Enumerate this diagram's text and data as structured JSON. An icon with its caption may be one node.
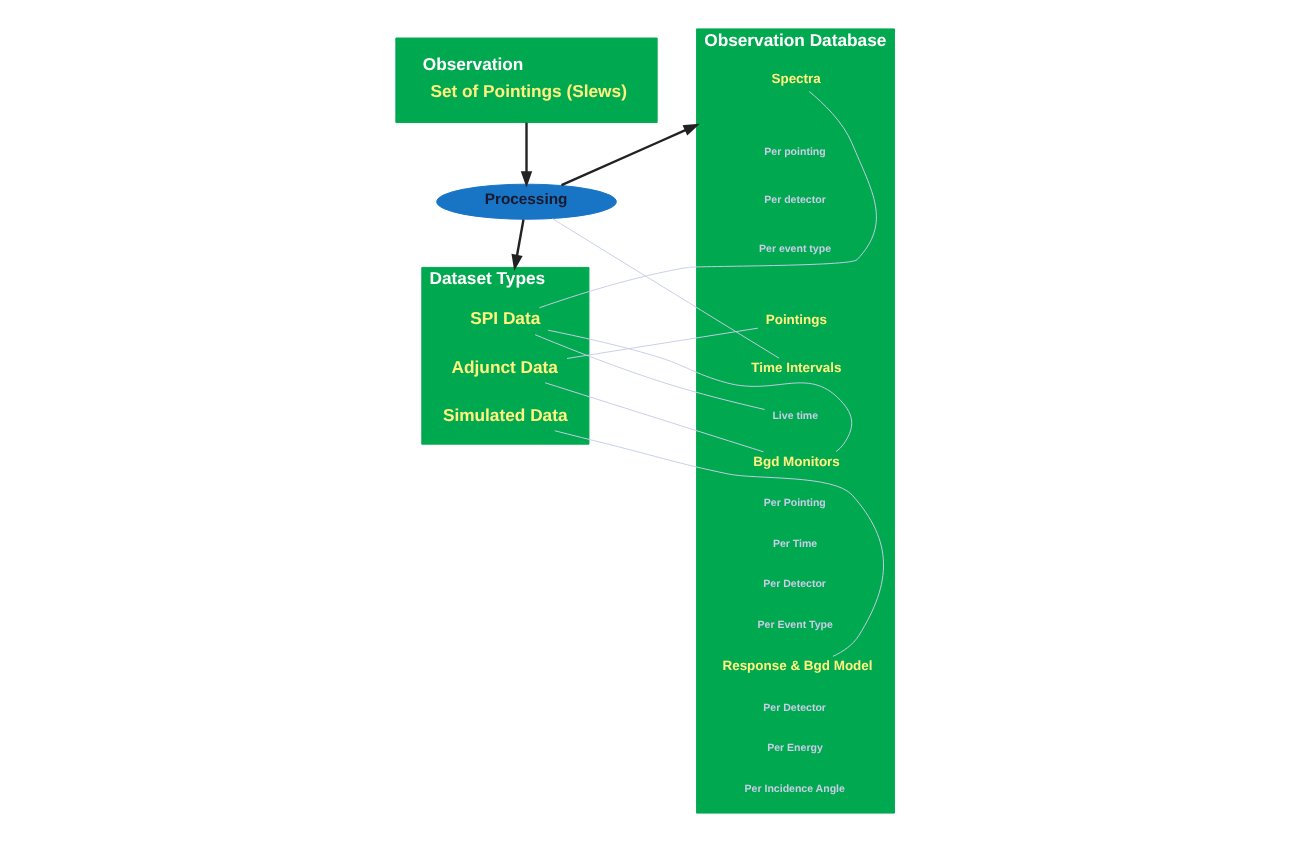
{
  "diagram": {
    "nodes": [
      {
        "text": [
          "Observation",
          "Set of Pointings (Slews)"
        ]
      },
      {
        "text": [
          "Processing"
        ]
      },
      {
        "text": [
          "Dataset Types"
        ]
      },
      {
        "text": [
          "SPI Data"
        ],
        "in": 2
      },
      {
        "text": [
          "Adjunct Data"
        ],
        "in": 2
      },
      {
        "text": [
          "Simulated Data"
        ],
        "in": 2
      },
      {
        "text": [
          "Observation Database"
        ]
      },
      {
        "text": [
          "Spectra"
        ],
        "in": 6
      },
      {
        "text": [
          "Per pointing"
        ],
        "in": 6
      },
      {
        "text": [
          "Per detector"
        ],
        "in": 6
      },
      {
        "text": [
          "Per event type"
        ],
        "in": 6
      },
      {
        "text": [
          "Pointings"
        ],
        "in": 6
      },
      {
        "text": [
          "Time Intervals"
        ],
        "in": 6
      },
      {
        "text": [
          "Live time"
        ],
        "in": 6
      },
      {
        "text": [
          "Bgd Monitors"
        ],
        "in": 6
      },
      {
        "text": [
          "Per Pointing"
        ],
        "in": 6
      },
      {
        "text": [
          "Per Time"
        ],
        "in": 6
      },
      {
        "text": [
          "Per Detector"
        ],
        "in": 6
      },
      {
        "text": [
          "Per Event Type"
        ],
        "in": 6
      },
      {
        "text": [
          "Response & Bgd Model"
        ],
        "in": 6
      },
      {
        "text": [
          "Per Detector"
        ],
        "in": 6
      },
      {
        "text": [
          "Per Energy"
        ],
        "in": 6
      },
      {
        "text": [
          "Per Incidence Angle"
        ],
        "in": 6
      }
    ],
    "edges": [
      {
        "from": 0,
        "to": 1,
        "arrow": "to",
        "color": "#222222"
      },
      {
        "from": 1,
        "to": 2,
        "arrow": "to",
        "color": "#222222"
      },
      {
        "from": 1,
        "to": 6,
        "arrow": "to",
        "color": "#222222"
      },
      {
        "from": 1,
        "to": 12,
        "arrow": "none"
      },
      {
        "from": 3,
        "to": 7,
        "arrow": "none"
      },
      {
        "from": 3,
        "to": 13,
        "arrow": "none"
      },
      {
        "from": 3,
        "to": 14,
        "arrow": "none"
      },
      {
        "from": 4,
        "to": 11,
        "arrow": "none"
      },
      {
        "from": 4,
        "to": 14,
        "arrow": "none"
      },
      {
        "from": 5,
        "to": 19,
        "arrow": "none"
      }
    ]
  }
}
